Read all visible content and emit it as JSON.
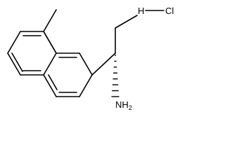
{
  "structure": {
    "salt": {
      "left_atom": "H",
      "right_atom": "Cl"
    },
    "amine_label": "NH",
    "amine_subscript": "2"
  },
  "colors": {
    "bond": "#000000",
    "text": "#000000",
    "background": "#ffffff"
  }
}
